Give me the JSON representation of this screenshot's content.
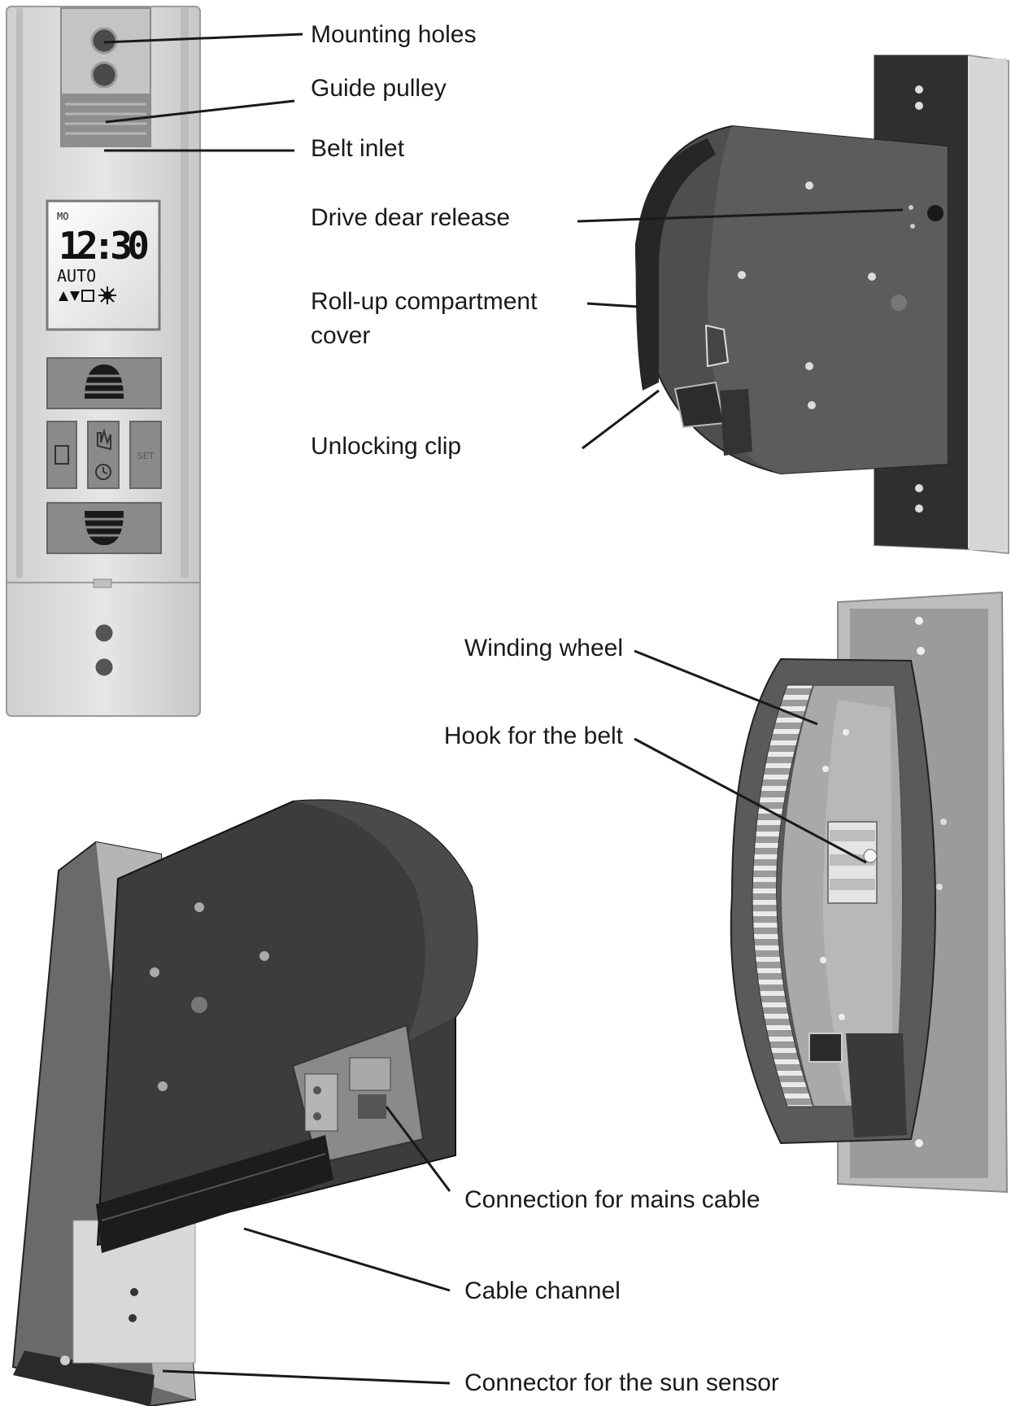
{
  "labels": {
    "mounting_holes": "Mounting holes",
    "guide_pulley": "Guide pulley",
    "belt_inlet": "Belt inlet",
    "drive_gear_release": "Drive dear release",
    "rollup_cover_line1": "Roll-up compartment",
    "rollup_cover_line2": "cover",
    "unlocking_clip": "Unlocking clip",
    "winding_wheel": "Winding wheel",
    "hook_for_belt": "Hook for the belt",
    "mains_cable": "Connection for mains cable",
    "cable_channel": "Cable channel",
    "sun_sensor": "Connector for the sun sensor"
  },
  "display": {
    "day": "MO",
    "time": "12:30",
    "mode": "AUTO"
  },
  "buttons": {
    "set_label": "SET"
  },
  "colors": {
    "housing": "#d4d4d4",
    "body_dark": "#3a3a3a",
    "line": "#1a1a1a"
  }
}
